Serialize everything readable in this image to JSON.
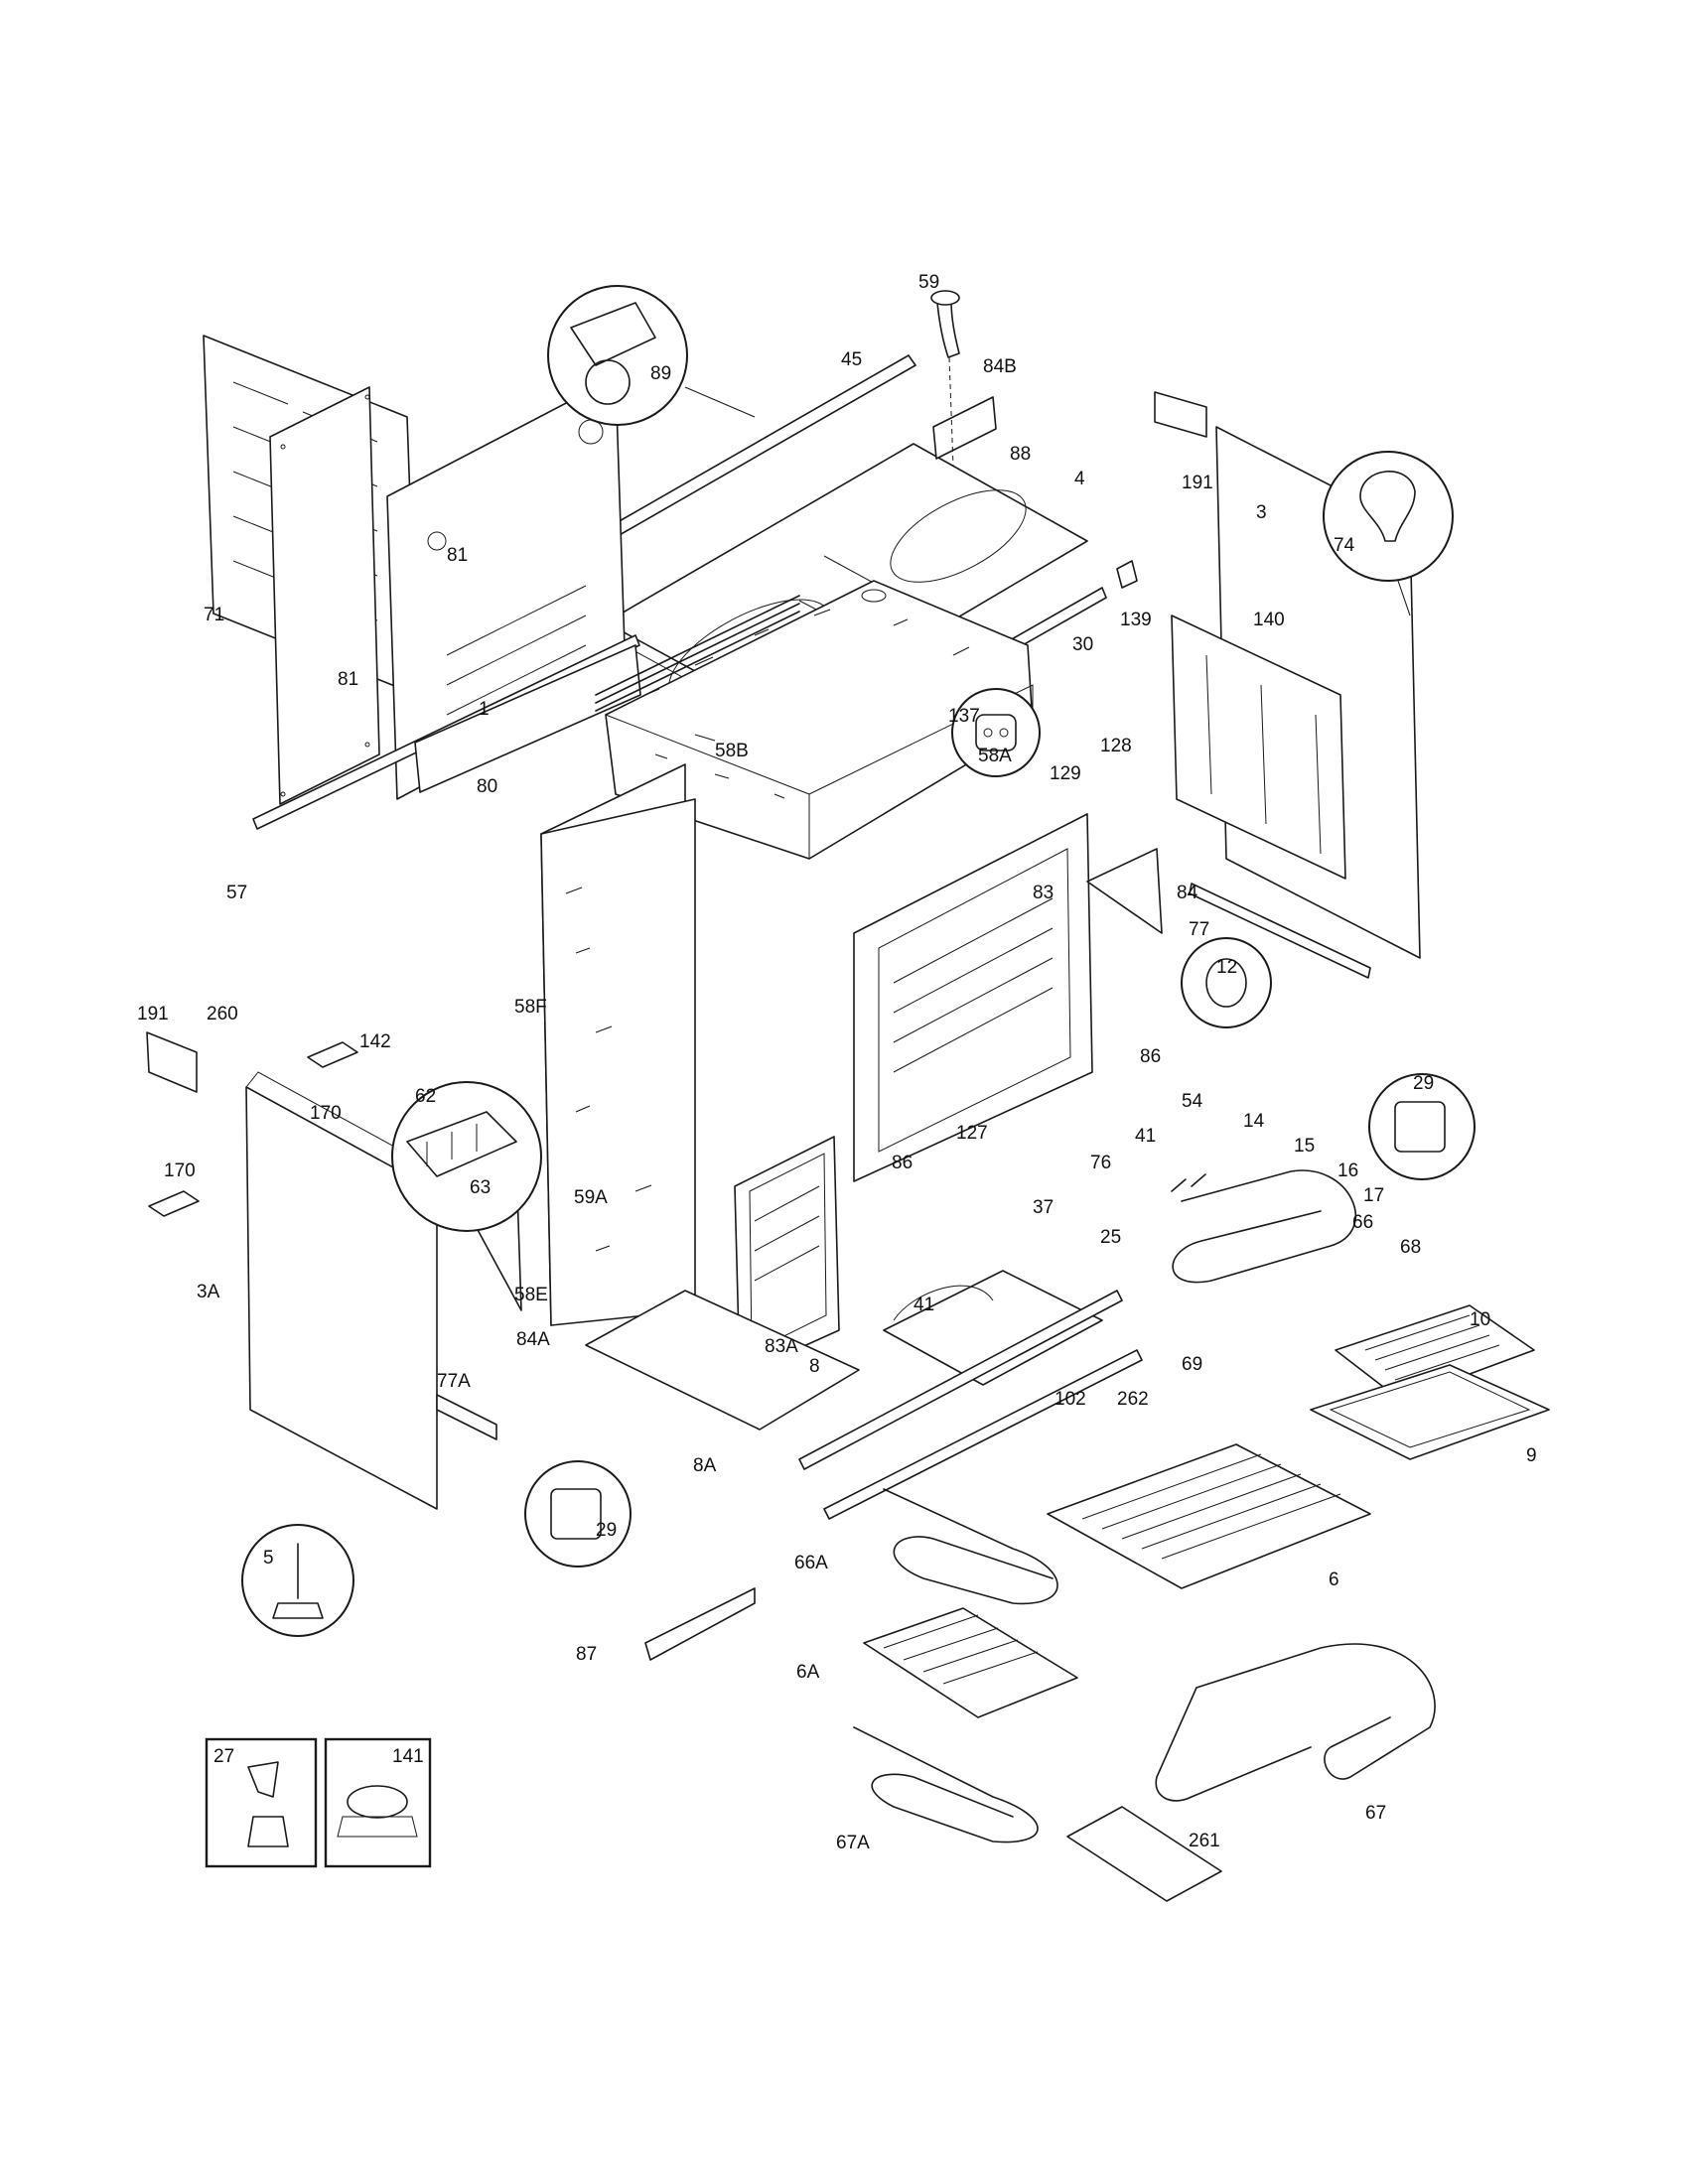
{
  "callouts": {
    "c59": "59",
    "c45": "45",
    "c84B": "84B",
    "c89": "89",
    "c88": "88",
    "c4": "4",
    "c191a": "191",
    "c3": "3",
    "c74": "74",
    "c71": "71",
    "c81a": "81",
    "c81b": "81",
    "c1": "1",
    "c30": "30",
    "c139": "139",
    "c140": "140",
    "c137": "137",
    "c128": "128",
    "c129": "129",
    "c58B": "58B",
    "c58A": "58A",
    "c80": "80",
    "c57": "57",
    "c83": "83",
    "c84": "84",
    "c77": "77",
    "c12": "12",
    "c191b": "191",
    "c260": "260",
    "c142": "142",
    "c58F": "58F",
    "c62": "62",
    "c63": "63",
    "c86a": "86",
    "c29a": "29",
    "c54": "54",
    "c14": "14",
    "c15": "15",
    "c16": "16",
    "c17": "17",
    "c170a": "170",
    "c127": "127",
    "c41a": "41",
    "c170b": "170",
    "c86b": "86",
    "c76": "76",
    "c59A": "59A",
    "c37": "37",
    "c66": "66",
    "c68": "68",
    "c25": "25",
    "c3A": "3A",
    "c58E": "58E",
    "c84A": "84A",
    "c41b": "41",
    "c10": "10",
    "c83A": "83A",
    "c8": "8",
    "c69": "69",
    "c102": "102",
    "c262": "262",
    "c77A": "77A",
    "c9": "9",
    "c8A": "8A",
    "c29b": "29",
    "c5": "5",
    "c66A": "66A",
    "c6": "6",
    "c87": "87",
    "c6A": "6A",
    "c27": "27",
    "c141": "141",
    "c67A": "67A",
    "c261": "261",
    "c67": "67"
  }
}
